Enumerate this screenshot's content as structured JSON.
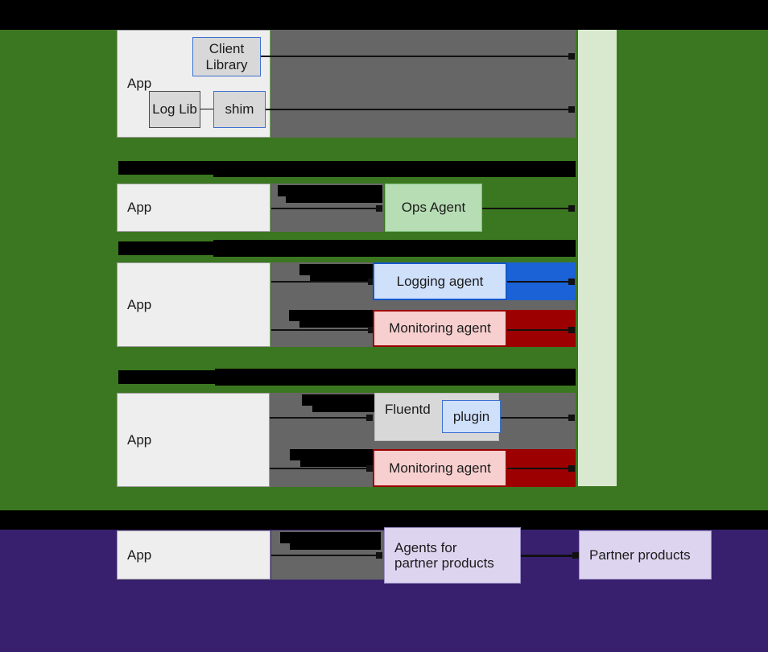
{
  "diagram": {
    "title_visible": false,
    "colors": {
      "background_black": "#000000",
      "band_green": "#3b7720",
      "band_purple": "#38206e",
      "strip_light_green": "#d9e9cf",
      "app_fill": "#eeeeee",
      "gray_fill": "#666666",
      "blue_fill": "#1a62d6",
      "red_fill": "#9c0000",
      "ops_agent_fill": "#b7ddb4",
      "logging_agent_fill": "#cfe0fb",
      "logging_agent_border": "#1656c8",
      "monitoring_agent_fill": "#f7cfcf",
      "monitoring_agent_border": "#9c0000",
      "fluentd_fill": "#d8d8d8",
      "plugin_fill": "#cfe0fb",
      "partner_fill": "#ddd5f0"
    },
    "rows": [
      {
        "id": "row-client-library",
        "app_label": "App",
        "inner_boxes": [
          {
            "id": "client-library",
            "label": "Client Library"
          },
          {
            "id": "log-lib",
            "label": "Log Lib"
          },
          {
            "id": "shim",
            "label": "shim"
          }
        ]
      },
      {
        "id": "row-ops-agent",
        "app_label": "App",
        "agent_label": "Ops Agent"
      },
      {
        "id": "row-logging-monitoring",
        "app_label": "App",
        "agents": [
          {
            "id": "logging-agent",
            "label": "Logging agent"
          },
          {
            "id": "monitoring-agent",
            "label": "Monitoring agent"
          }
        ]
      },
      {
        "id": "row-fluentd",
        "app_label": "App",
        "agents": [
          {
            "id": "fluentd",
            "label": "Fluentd"
          },
          {
            "id": "plugin",
            "label": "plugin"
          },
          {
            "id": "monitoring-agent-2",
            "label": "Monitoring agent"
          }
        ]
      },
      {
        "id": "row-partner",
        "app_label": "App",
        "agents": [
          {
            "id": "agents-for-partner-products",
            "label": "Agents for\npartner products"
          },
          {
            "id": "partner-products",
            "label": "Partner products"
          }
        ]
      }
    ],
    "redactions": [
      {
        "id": "redaction-top-band",
        "note": "black band across top of image"
      },
      {
        "id": "redaction-section-1",
        "note": "black bar above Ops Agent row"
      },
      {
        "id": "redaction-section-2",
        "note": "black bar above Logging/Monitoring row"
      },
      {
        "id": "redaction-section-3",
        "note": "black bar above Fluentd row"
      },
      {
        "id": "redaction-section-4",
        "note": "black bar above Partner row"
      },
      {
        "id": "redaction-arrow-label-1",
        "note": "black bar over arrow label, Ops Agent row"
      },
      {
        "id": "redaction-arrow-label-2",
        "note": "black bar over arrow label, Logging row"
      },
      {
        "id": "redaction-arrow-label-3",
        "note": "black bar over arrow label, Monitoring row"
      },
      {
        "id": "redaction-arrow-label-4",
        "note": "black bar over arrow label, Fluentd row"
      },
      {
        "id": "redaction-arrow-label-5",
        "note": "black bar over arrow label, Monitoring row 2"
      },
      {
        "id": "redaction-arrow-label-6",
        "note": "black bar over arrow label, Partner row"
      }
    ]
  }
}
